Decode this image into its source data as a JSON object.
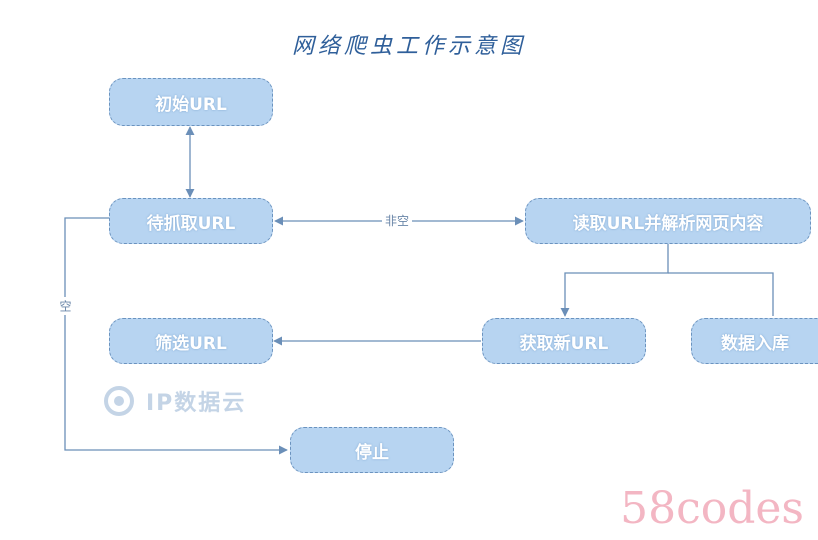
{
  "title": "网络爬虫工作示意图",
  "nodes": {
    "initial_url": "初始URL",
    "pending_url": "待抓取URL",
    "read_url": "读取URL并解析网页内容",
    "filter_url": "筛选URL",
    "new_url": "获取新URL",
    "store_data": "数据入库",
    "stop": "停止"
  },
  "edge_labels": {
    "not_empty": "非空",
    "empty": "空"
  },
  "watermarks": {
    "logo_text": "IP数据云",
    "site": "58codes"
  },
  "colors": {
    "node_fill": "#b7d4f1",
    "node_border": "#6b93bf",
    "edge": "#6b8fb8",
    "title": "#2f5f9a"
  }
}
